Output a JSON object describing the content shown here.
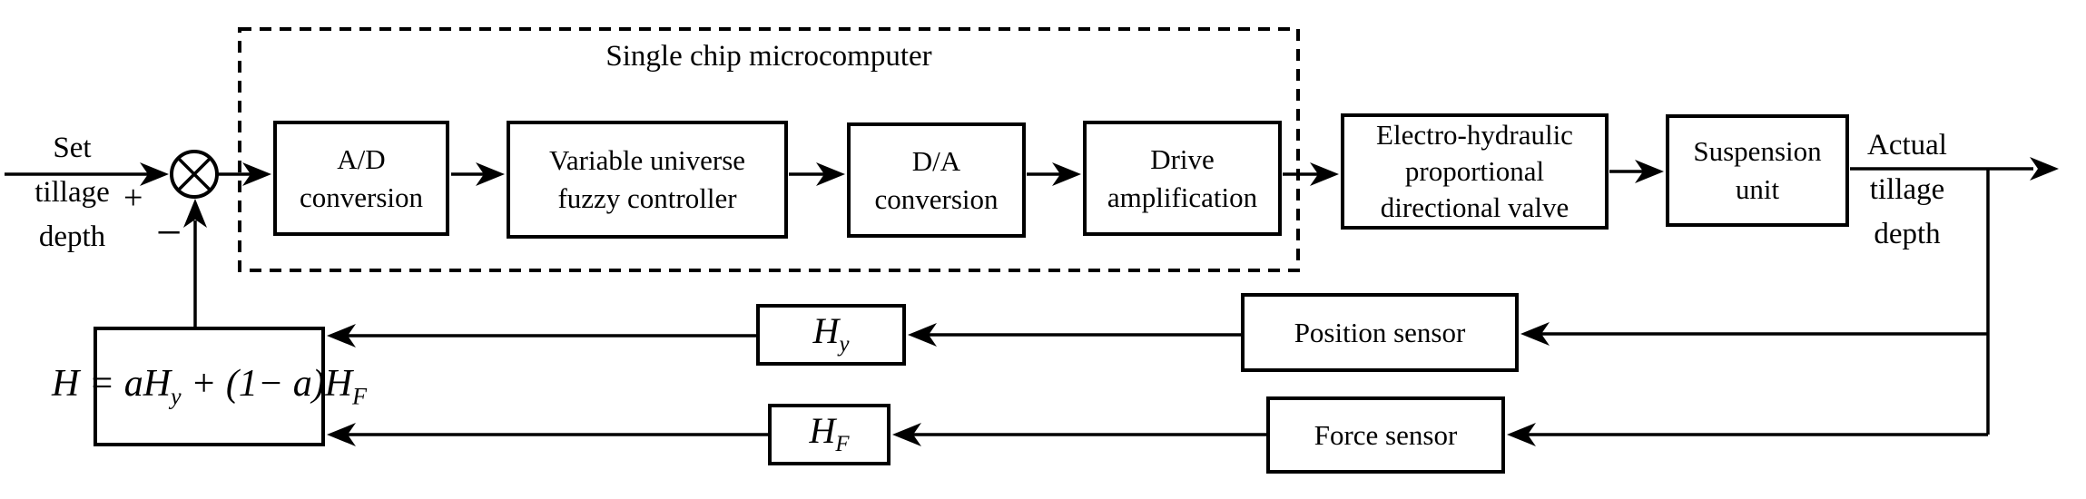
{
  "diagram": {
    "title": "Single chip microcomputer",
    "input_label": "Set\ntillage\ndepth",
    "output_label": "Actual\ntillage\ndepth",
    "plus_sign": "+",
    "minus_sign": "−",
    "blocks": {
      "ad": {
        "label": "A/D\nconversion"
      },
      "fuzzy": {
        "label": "Variable universe\nfuzzy controller"
      },
      "da": {
        "label": "D/A\nconversion"
      },
      "drive": {
        "label": "Drive\namplification"
      },
      "valve": {
        "label": "Electro-hydraulic\nproportional\ndirectional valve"
      },
      "suspension": {
        "label": "Suspension\nunit"
      },
      "position_sensor": {
        "label": "Position sensor"
      },
      "force_sensor": {
        "label": "Force sensor"
      }
    },
    "gains": {
      "position": {
        "base": "H",
        "sub": "y"
      },
      "force": {
        "base": "H",
        "sub": "F"
      }
    },
    "formula": {
      "part1": "H = aH",
      "sub1": "y",
      "part2": " + (1− a)H",
      "sub2": "F"
    },
    "colors": {
      "ink": "#000000",
      "paper": "#ffffff"
    }
  }
}
